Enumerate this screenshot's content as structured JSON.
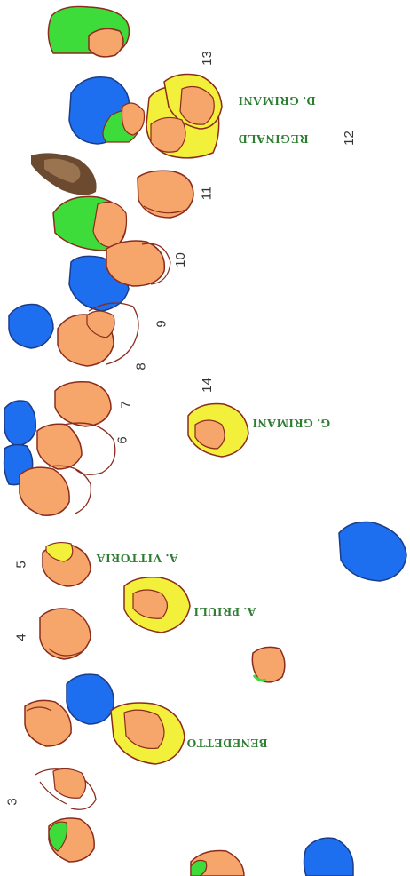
{
  "colors": {
    "face": "#f6a66b",
    "orange_hat": "#f6a66b",
    "yellow_hat": "#f2f03a",
    "green_hat": "#3ddc3a",
    "blue_hat": "#1e6ff0",
    "outline_orange": "#8a2b1c",
    "outline_blue": "#1a3c8a",
    "white_hat": "#ffffff",
    "portrait_brown": "#6b4a30",
    "label_green": "#2e7d32"
  },
  "numbers": [
    "3",
    "4",
    "5",
    "6",
    "7",
    "8",
    "9",
    "10",
    "11",
    "12",
    "13",
    "14"
  ],
  "names": {
    "benedetto": "BENEDETTO",
    "a_priuli": "A. PRIULI",
    "a_vittoria": "A. VITTORIA",
    "g_grimani": "G. GRIMANI",
    "reginald": "REGINALD",
    "d_grimani": "D. GRIMANI"
  },
  "figure": {
    "kind": "key to figures in a painting",
    "orientation": "rotated 180 degrees"
  }
}
